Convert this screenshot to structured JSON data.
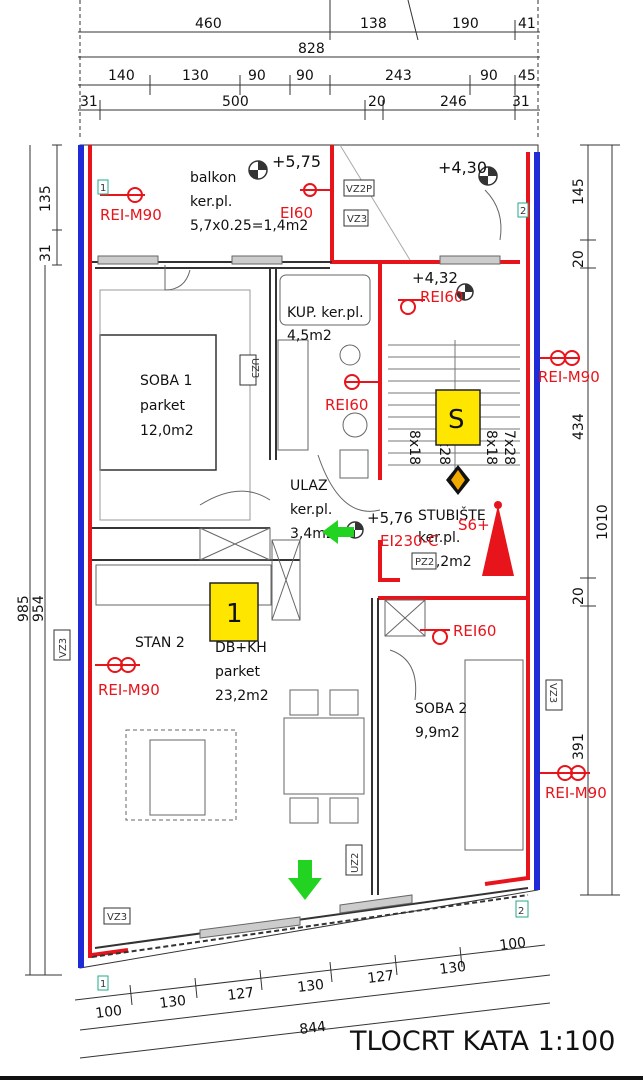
{
  "plan_title": "TLOCRT KATA 1:100",
  "top_dimensions": {
    "row1": [
      "460",
      "138",
      "190",
      "41"
    ],
    "row2": [
      "828"
    ],
    "row3": [
      "140",
      "130",
      "90",
      "90",
      "243",
      "90",
      "45"
    ],
    "row4": [
      "31",
      "500",
      "20",
      "246",
      "31"
    ]
  },
  "left_dimensions": [
    "135",
    "31",
    "985",
    "954"
  ],
  "right_dimensions": [
    "145",
    "20",
    "434",
    "1010",
    "20",
    "391"
  ],
  "bottom_dimensions": {
    "row1": [
      "100",
      "130",
      "127",
      "130",
      "127",
      "130",
      "100"
    ],
    "row2": [
      "844"
    ]
  },
  "levels": [
    "+5,75",
    "+4,30",
    "+4,32",
    "+5,76"
  ],
  "rooms": {
    "balkon": [
      "balkon",
      "ker.pl.",
      "5,7x0.25=1,4m2"
    ],
    "kupaonica": [
      "KUP. ker.pl.",
      "4,5m2"
    ],
    "soba1": [
      "SOBA 1",
      "parket",
      "12,0m2"
    ],
    "ulaz": [
      "ULAZ",
      "ker.pl.",
      "3,4m2"
    ],
    "stubiste": [
      "STUBIŠTE",
      "ker.pl.",
      "10,2m2"
    ],
    "stan_label": "STAN 2",
    "dbkh": [
      "DB+KH",
      "parket",
      "23,2m2"
    ],
    "soba2": [
      "SOBA 2",
      "9,9m2"
    ]
  },
  "stair_labels": [
    "7x28",
    "8x18",
    "7x28",
    "8x18"
  ],
  "fire_labels": {
    "rei_m90": "REI-M90",
    "ei60": "EI60",
    "rei60": "REI60",
    "ei230c": "EI230-C",
    "s6": "S6+"
  },
  "badges": {
    "stair": "S",
    "unit": "1"
  },
  "tags": {
    "vz2p": "VZ2P",
    "vz3": "VZ3",
    "uz3": "UZ3",
    "pz2": "PZ2",
    "uz2": "UZ2",
    "n1": "1",
    "n2": "2"
  },
  "colors": {
    "fire_wall": "#e8141b",
    "exterior_wall": "#1f2bd6",
    "badge_fill": "#ffe600",
    "arrow": "#22d322",
    "sign": "#e8141b"
  }
}
